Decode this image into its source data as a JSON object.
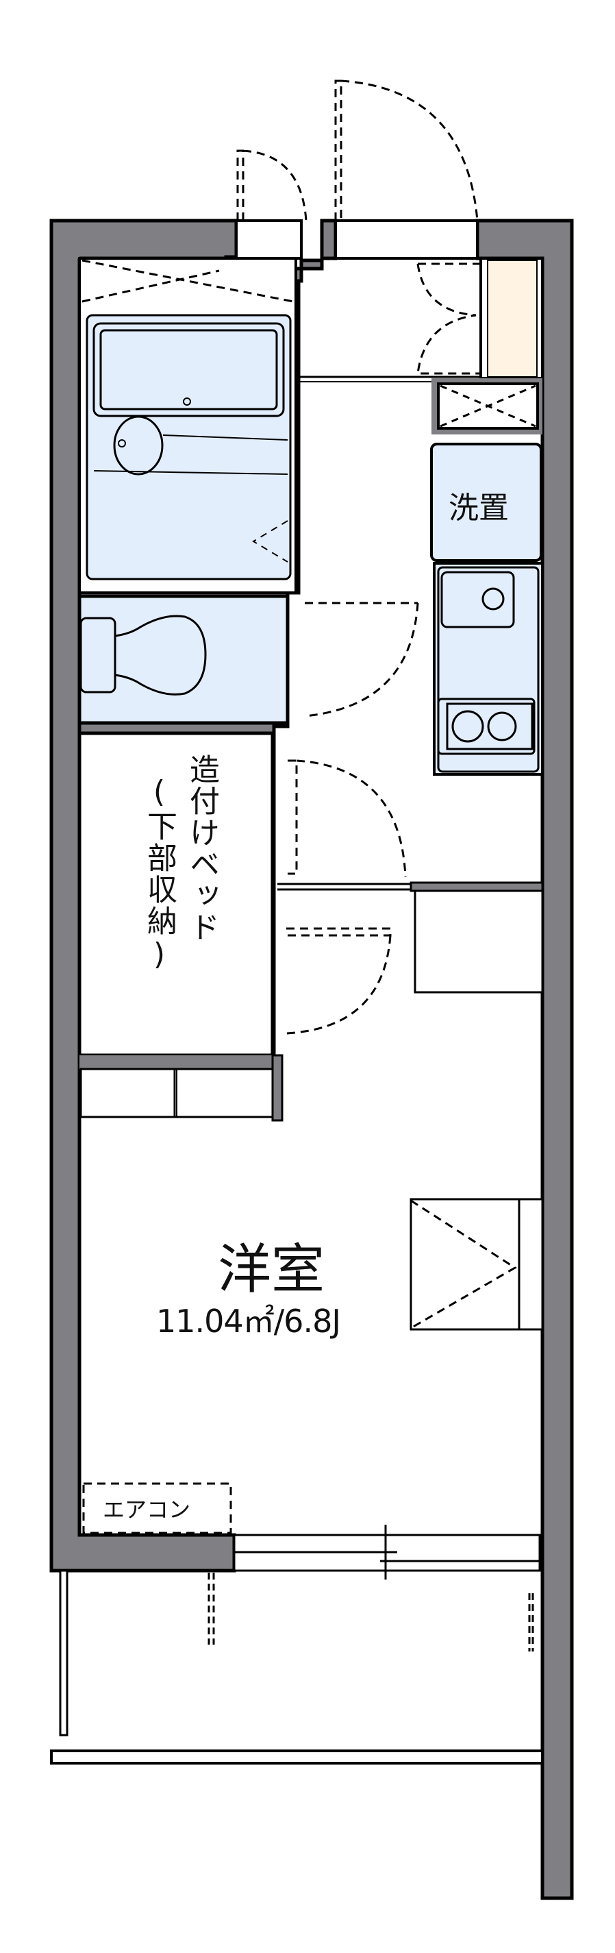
{
  "floorplan": {
    "colors": {
      "wall": "#808084",
      "outline": "#000000",
      "fixture_fill": "#e3eefc",
      "shoebox_fill": "#fff4e3",
      "background": "#ffffff"
    },
    "rooms": {
      "western_room": {
        "name": "洋室",
        "area": "11.04㎡/6.8J"
      },
      "washer_space": {
        "label": "洗置"
      },
      "built_in_bed": {
        "label_main": "造付けベッド",
        "label_sub": "(下部収納)"
      },
      "air_conditioner": {
        "label": "エアコン"
      }
    },
    "fixtures": [
      "bathtub",
      "toilet",
      "kitchen-sink",
      "two-burner-stove",
      "shoe-cabinet",
      "closet",
      "refrigerator-space"
    ]
  }
}
